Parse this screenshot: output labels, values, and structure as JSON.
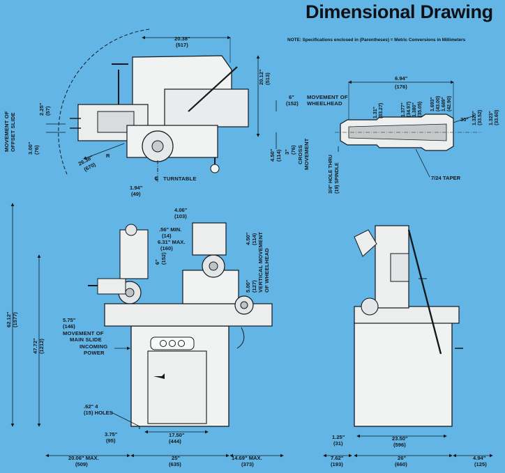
{
  "header": {
    "title": "Dimensional Drawing",
    "note": "NOTE:  Specifications enclosed in (Parentheses) = Metric Conversions in Millimeters"
  },
  "colors": {
    "background": "#62b5e4",
    "machine": "#f1f3f2",
    "ink": "#14181d"
  },
  "top_view": {
    "dim_width": "20.38\"",
    "dim_width_mm": "(517)",
    "dim_height": "20.12\"",
    "dim_height_mm": "(513)",
    "dim_wheelhead": "6\"",
    "dim_wheelhead_mm": "(152)",
    "movement_wheelhead_1": "MOVEMENT OF",
    "movement_wheelhead_2": "WHEELHEAD",
    "dim_cross": "4.50\"",
    "dim_cross_mm": "(114)",
    "dim_cross2": "3\"",
    "dim_cross2_mm": "(76)",
    "cross_movement_1": "CROSS",
    "cross_movement_2": "MOVEMENT",
    "offset_slide_1": "MOVEMENT OF",
    "offset_slide_2": "OFFSET SLIDE",
    "dim_offset1": "2.25\"",
    "dim_offset1_mm": "(57)",
    "dim_offset2": "3.00\"",
    "dim_offset2_mm": "(76)",
    "dim_radius": "26.38\"",
    "dim_radius_mm": "(670)",
    "radius_r": "R",
    "turntable": "TURNTABLE",
    "centerline": "℄"
  },
  "spindle_view": {
    "dim_length": "6.94\"",
    "dim_length_mm": "(176)",
    "d1": "1.31\"",
    "d1_mm": "(33.27)",
    "d2": "1.377\"",
    "d2_mm": "(34.97)",
    "d3": "1.380\"",
    "d3_mm": "(35.05)",
    "d4": "1.693\"",
    "d4_mm": "(43.00)",
    "d5": "1.689\"",
    "d5_mm": "(42.90)",
    "d6": "1.320\"",
    "d6_mm": "(33.52)",
    "d7": "1.323\"",
    "d7_mm": "(33.60)",
    "angle": "30°",
    "hole_1": "3/4\" HOLE THRU",
    "hole_2": "(19) SPINDLE",
    "taper": "7/24 TAPER"
  },
  "front_view": {
    "dim_194": "1.94\"",
    "dim_194_mm": "(49)",
    "dim_406": "4.06\"",
    "dim_406_mm": "(103)",
    "dim_56": ".56\" MIN.",
    "dim_56_mm": "(14)",
    "dim_631": "6.31\" MAX.",
    "dim_631_mm": "(160)",
    "dim_6": "6\"",
    "dim_6_mm": "(152)",
    "dim_450": "4.50\"",
    "dim_450_mm": "(114)",
    "dim_500": "5.00\"",
    "dim_500_mm": "(127)",
    "vert_1": "VERTICAL MOVEMENT",
    "vert_2": "OF WHEELHEAD",
    "dim_6212": "62.12\"",
    "dim_6212_mm": "(1577)",
    "dim_4772": "47.72\"",
    "dim_4772_mm": "(1212)",
    "dim_575": "5.75\"",
    "dim_575_mm": "(146)",
    "main_slide_1": "MOVEMENT OF",
    "main_slide_2": "MAIN SLIDE",
    "power_1": "INCOMING",
    "power_2": "POWER",
    "holes_1": ".62\"  4",
    "holes_2": "(15)  HOLES",
    "dim_375": "3.75\"",
    "dim_375_mm": "(95)",
    "dim_1750": "17.50\"",
    "dim_1750_mm": "(444)",
    "dim_2006": "20.06\" MAX.",
    "dim_2006_mm": "(509)",
    "dim_25": "25\"",
    "dim_25_mm": "(635)",
    "dim_1469": "14.69\" MAX.",
    "dim_1469_mm": "(373)"
  },
  "side_view": {
    "dim_125": "1.25\"",
    "dim_125_mm": "(31)",
    "dim_2350": "23.50\"",
    "dim_2350_mm": "(596)",
    "dim_762": "7.62\"",
    "dim_762_mm": "(193)",
    "dim_26": "26\"",
    "dim_26_mm": "(660)",
    "dim_494": "4.94\"",
    "dim_494_mm": "(125)"
  }
}
